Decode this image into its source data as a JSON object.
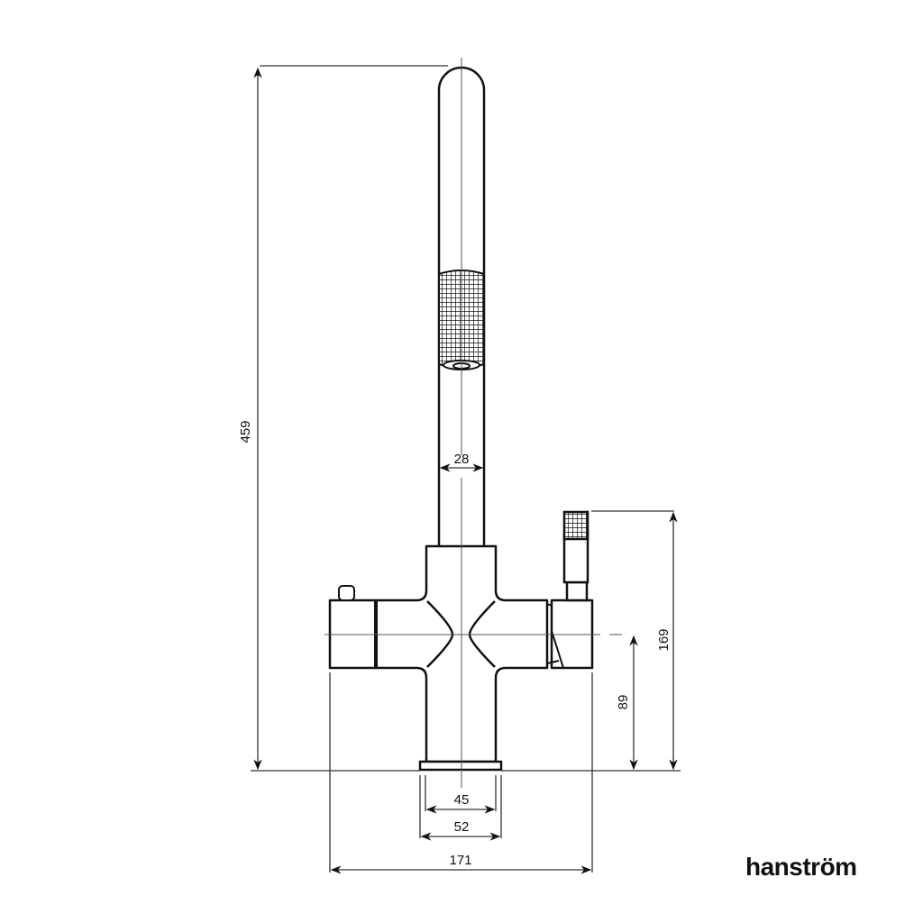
{
  "brand": {
    "name": "hanström"
  },
  "drawing": {
    "subject": "tap-technical-drawing",
    "units": "mm",
    "colors": {
      "line": "#111111",
      "dimension": "#333333",
      "centerline": "#888888",
      "background": "#ffffff"
    },
    "dimensions": {
      "overall_height": "459",
      "spout_diameter": "28",
      "handle_height": "169",
      "body_centre_height": "89",
      "base_inner_width": "45",
      "base_outer_width": "52",
      "body_width": "171"
    }
  }
}
